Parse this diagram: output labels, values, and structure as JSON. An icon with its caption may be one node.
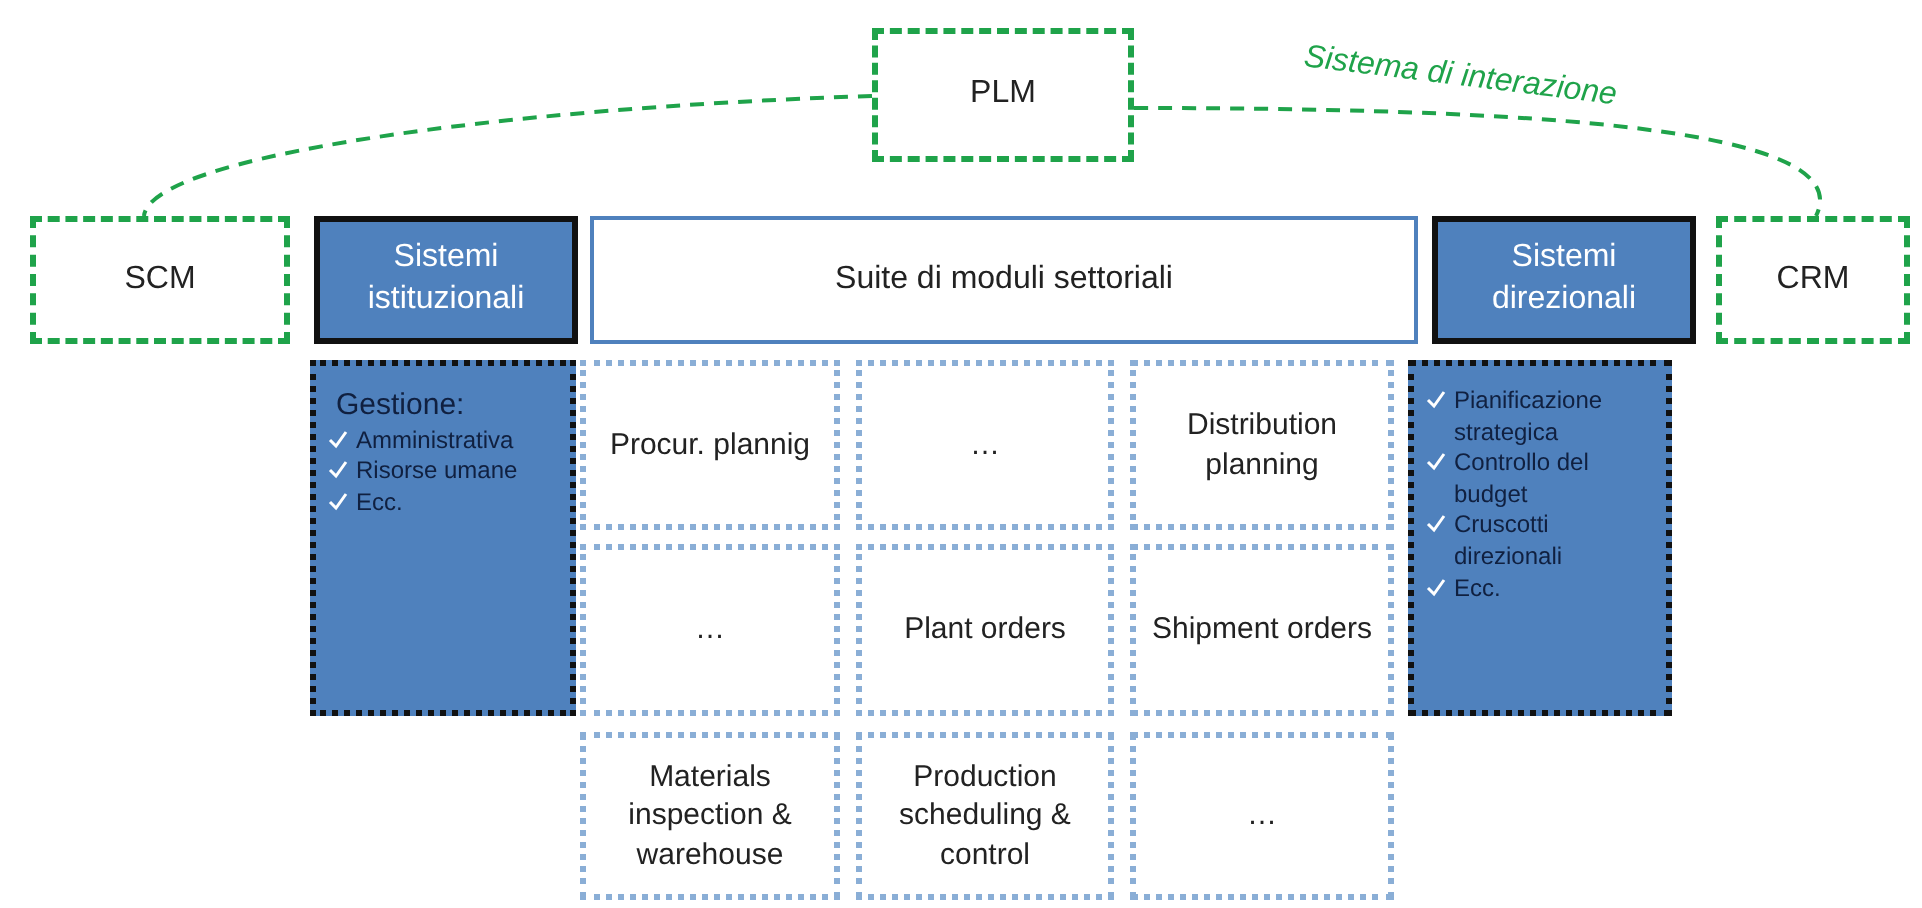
{
  "diagram": {
    "nodes": [
      {
        "text": [
          "PLM"
        ]
      },
      {
        "text": [
          "SCM"
        ]
      },
      {
        "text": [
          "Sistemi istituzionali"
        ]
      },
      {
        "text": [
          "Suite di moduli settoriali"
        ]
      },
      {
        "text": [
          "Sistemi direzionali"
        ]
      },
      {
        "text": [
          "CRM"
        ]
      },
      {
        "text": [
          "Gestione:",
          "Amministrativa",
          "Risorse umane",
          "Ecc."
        ]
      },
      {
        "text": [
          "Procur. plannig"
        ]
      },
      {
        "text": [
          "…"
        ]
      },
      {
        "text": [
          "Distribution planning"
        ]
      },
      {
        "text": [
          "…"
        ]
      },
      {
        "text": [
          "Plant orders"
        ]
      },
      {
        "text": [
          "Shipment orders"
        ]
      },
      {
        "text": [
          "Materials inspection & warehouse"
        ]
      },
      {
        "text": [
          "Production scheduling & control"
        ]
      },
      {
        "text": [
          "…"
        ]
      },
      {
        "text": [
          "Pianificazione strategica",
          "Controllo del budget",
          "Cruscotti direzionali",
          "Ecc."
        ]
      }
    ],
    "edges": [
      {
        "from": 0,
        "to": 1,
        "arrow": "none",
        "style": "dashed"
      },
      {
        "from": 0,
        "to": 5,
        "arrow": "none",
        "style": "dashed",
        "label": "Sistema di interazione"
      }
    ]
  }
}
